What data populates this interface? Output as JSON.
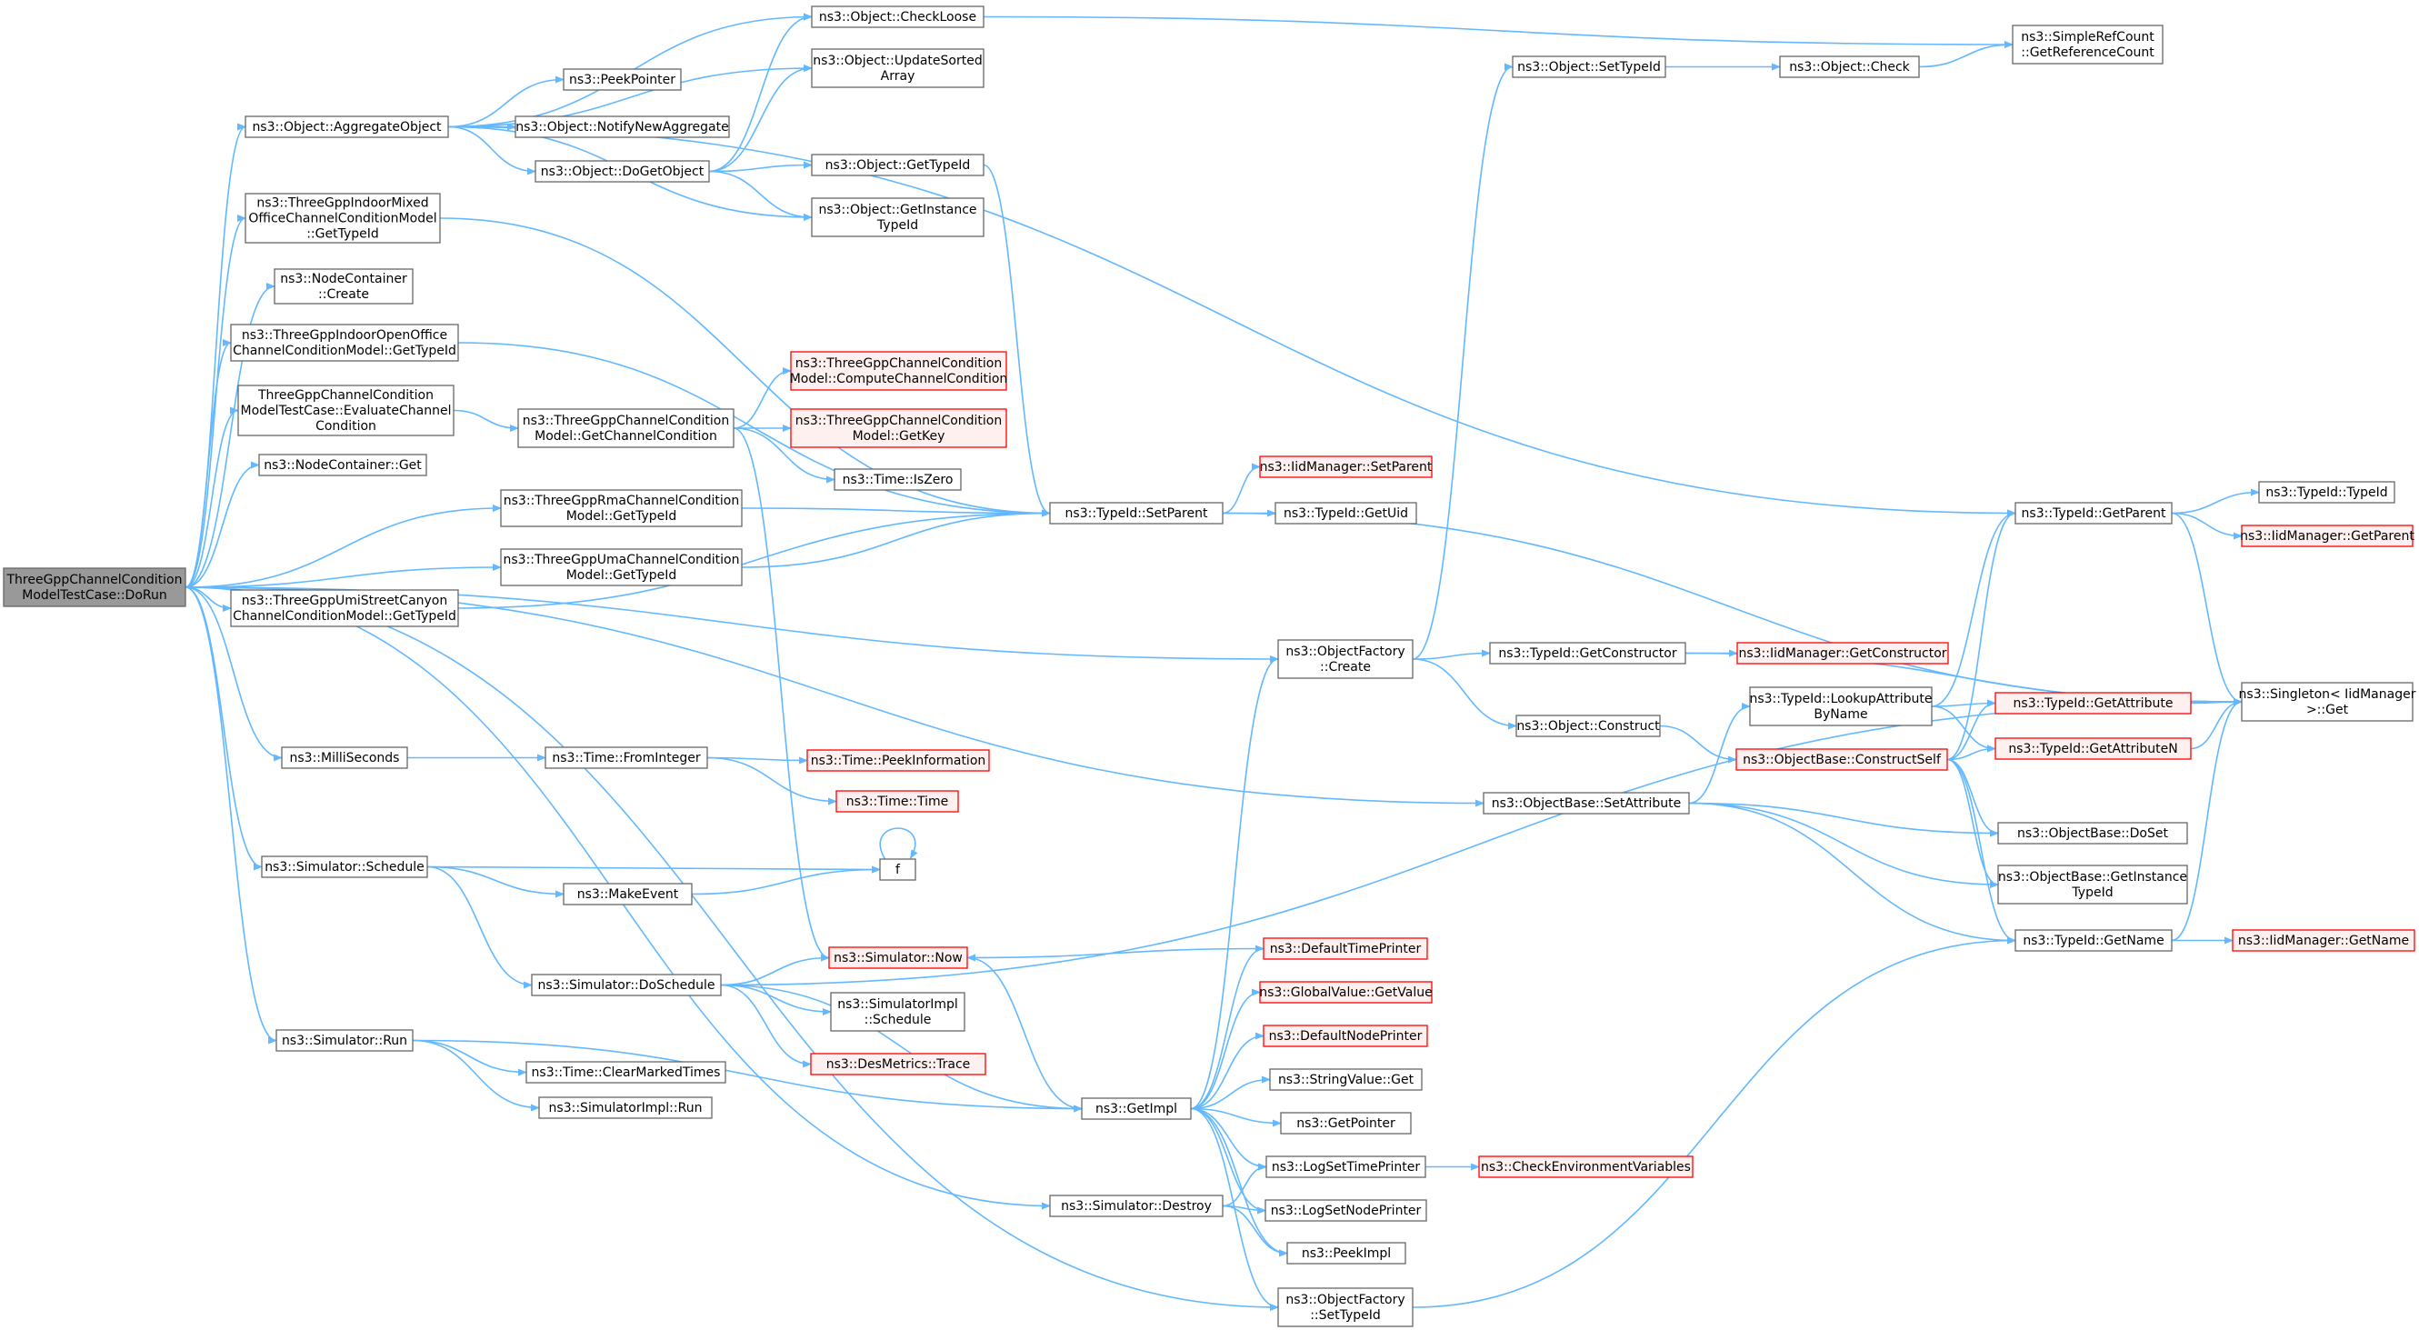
{
  "colors": {
    "edge": "#63b8ff",
    "box_border": "#666666",
    "box_fill": "#ffffff",
    "root_fill": "#999999",
    "truncated_border": "#ff0000",
    "truncated_fill": "#fff0f0",
    "text": "#000000"
  },
  "nodes": [
    {
      "id": "dorun",
      "lines": [
        "ThreeGppChannelCondition",
        "ModelTestCase::DoRun"
      ],
      "style": "root"
    },
    {
      "id": "aggregate",
      "lines": [
        "ns3::Object::AggregateObject"
      ]
    },
    {
      "id": "mixed",
      "lines": [
        "ns3::ThreeGppIndoorMixed",
        "OfficeChannelConditionModel",
        "::GetTypeId"
      ]
    },
    {
      "id": "nccreate",
      "lines": [
        "ns3::NodeContainer",
        "::Create"
      ]
    },
    {
      "id": "openoffice",
      "lines": [
        "ns3::ThreeGppIndoorOpenOffice",
        "ChannelConditionModel::GetTypeId"
      ]
    },
    {
      "id": "evaluate",
      "lines": [
        "ThreeGppChannelCondition",
        "ModelTestCase::EvaluateChannel",
        "Condition"
      ]
    },
    {
      "id": "ncget",
      "lines": [
        "ns3::NodeContainer::Get"
      ]
    },
    {
      "id": "uca",
      "lines": [
        "ns3::ThreeGppUmiStreetCanyon",
        "ChannelConditionModel::GetTypeId"
      ]
    },
    {
      "id": "millis",
      "lines": [
        "ns3::MilliSeconds"
      ]
    },
    {
      "id": "schedule",
      "lines": [
        "ns3::Simulator::Schedule"
      ]
    },
    {
      "id": "simrun",
      "lines": [
        "ns3::Simulator::Run"
      ]
    },
    {
      "id": "checkloose",
      "lines": [
        "ns3::Object::CheckLoose"
      ]
    },
    {
      "id": "updatesorted",
      "lines": [
        "ns3::Object::UpdateSorted",
        "Array"
      ]
    },
    {
      "id": "peekpointer",
      "lines": [
        "ns3::PeekPointer"
      ]
    },
    {
      "id": "notifynew",
      "lines": [
        "ns3::Object::NotifyNewAggregate"
      ]
    },
    {
      "id": "dogetobject",
      "lines": [
        "ns3::Object::DoGetObject"
      ]
    },
    {
      "id": "objgettypeid",
      "lines": [
        "ns3::Object::GetTypeId"
      ]
    },
    {
      "id": "objgetinst",
      "lines": [
        "ns3::Object::GetInstance",
        "TypeId"
      ]
    },
    {
      "id": "getchcond",
      "lines": [
        "ns3::ThreeGppChannelCondition",
        "Model::GetChannelCondition"
      ]
    },
    {
      "id": "rma",
      "lines": [
        "ns3::ThreeGppRmaChannelCondition",
        "Model::GetTypeId"
      ]
    },
    {
      "id": "uma",
      "lines": [
        "ns3::ThreeGppUmaChannelCondition",
        "Model::GetTypeId"
      ]
    },
    {
      "id": "timefromint",
      "lines": [
        "ns3::Time::FromInteger"
      ]
    },
    {
      "id": "makeevent",
      "lines": [
        "ns3::MakeEvent"
      ]
    },
    {
      "id": "doschedule",
      "lines": [
        "ns3::Simulator::DoSchedule"
      ]
    },
    {
      "id": "clearmarked",
      "lines": [
        "ns3::Time::ClearMarkedTimes"
      ]
    },
    {
      "id": "simimplrun",
      "lines": [
        "ns3::SimulatorImpl::Run"
      ]
    },
    {
      "id": "computecc",
      "lines": [
        "ns3::ThreeGppChannelCondition",
        "Model::ComputeChannelCondition"
      ],
      "style": "truncated"
    },
    {
      "id": "getkey",
      "lines": [
        "ns3::ThreeGppChannelCondition",
        "Model::GetKey"
      ],
      "style": "truncated"
    },
    {
      "id": "iszero",
      "lines": [
        "ns3::Time::IsZero"
      ]
    },
    {
      "id": "peekinfo",
      "lines": [
        "ns3::Time::PeekInformation"
      ],
      "style": "truncated"
    },
    {
      "id": "timetime",
      "lines": [
        "ns3::Time::Time"
      ],
      "style": "truncated"
    },
    {
      "id": "f",
      "lines": [
        "f"
      ]
    },
    {
      "id": "simnow",
      "lines": [
        "ns3::Simulator::Now"
      ],
      "style": "truncated"
    },
    {
      "id": "simimplsched",
      "lines": [
        "ns3::SimulatorImpl",
        "::Schedule"
      ]
    },
    {
      "id": "desmetrics",
      "lines": [
        "ns3::DesMetrics::Trace"
      ],
      "style": "truncated"
    },
    {
      "id": "setparent",
      "lines": [
        "ns3::TypeId::SetParent"
      ]
    },
    {
      "id": "iidsetparent",
      "lines": [
        "ns3::IidManager::SetParent"
      ],
      "style": "truncated"
    },
    {
      "id": "getuid",
      "lines": [
        "ns3::TypeId::GetUid"
      ]
    },
    {
      "id": "getimpl",
      "lines": [
        "ns3::GetImpl"
      ]
    },
    {
      "id": "simdestroy",
      "lines": [
        "ns3::Simulator::Destroy"
      ]
    },
    {
      "id": "ofcreate",
      "lines": [
        "ns3::ObjectFactory",
        "::Create"
      ]
    },
    {
      "id": "ofsettypeid",
      "lines": [
        "ns3::ObjectFactory",
        "::SetTypeId"
      ]
    },
    {
      "id": "deftimeprinter",
      "lines": [
        "ns3::DefaultTimePrinter"
      ],
      "style": "truncated"
    },
    {
      "id": "gvgetvalue",
      "lines": [
        "ns3::GlobalValue::GetValue"
      ],
      "style": "truncated"
    },
    {
      "id": "defnodeprinter",
      "lines": [
        "ns3::DefaultNodePrinter"
      ],
      "style": "truncated"
    },
    {
      "id": "strvalget",
      "lines": [
        "ns3::StringValue::Get"
      ]
    },
    {
      "id": "getpointer",
      "lines": [
        "ns3::GetPointer"
      ]
    },
    {
      "id": "logsettime",
      "lines": [
        "ns3::LogSetTimePrinter"
      ]
    },
    {
      "id": "logsetnode",
      "lines": [
        "ns3::LogSetNodePrinter"
      ]
    },
    {
      "id": "peekimpl",
      "lines": [
        "ns3::PeekImpl"
      ]
    },
    {
      "id": "checkenv",
      "lines": [
        "ns3::CheckEnvironmentVariables"
      ],
      "style": "truncated"
    },
    {
      "id": "objsettypeid",
      "lines": [
        "ns3::Object::SetTypeId"
      ]
    },
    {
      "id": "objcheck",
      "lines": [
        "ns3::Object::Check"
      ]
    },
    {
      "id": "typeidgetctor",
      "lines": [
        "ns3::TypeId::GetConstructor"
      ]
    },
    {
      "id": "iidgetctor",
      "lines": [
        "ns3::IidManager::GetConstructor"
      ],
      "style": "truncated"
    },
    {
      "id": "objconstruct",
      "lines": [
        "ns3::Object::Construct"
      ]
    },
    {
      "id": "lookupattr",
      "lines": [
        "ns3::TypeId::LookupAttribute",
        "ByName"
      ]
    },
    {
      "id": "constructself",
      "lines": [
        "ns3::ObjectBase::ConstructSelf"
      ],
      "style": "truncated"
    },
    {
      "id": "setattribute",
      "lines": [
        "ns3::ObjectBase::SetAttribute"
      ]
    },
    {
      "id": "simplerefcount",
      "lines": [
        "ns3::SimpleRefCount",
        "::GetReferenceCount"
      ]
    },
    {
      "id": "typeidgetparent",
      "lines": [
        "ns3::TypeId::GetParent"
      ]
    },
    {
      "id": "typeidtypeid",
      "lines": [
        "ns3::TypeId::TypeId"
      ]
    },
    {
      "id": "iidgetparent",
      "lines": [
        "ns3::IidManager::GetParent"
      ],
      "style": "truncated"
    },
    {
      "id": "singleton",
      "lines": [
        "ns3::Singleton< IidManager",
        ">::Get"
      ]
    },
    {
      "id": "getattribute",
      "lines": [
        "ns3::TypeId::GetAttribute"
      ],
      "style": "truncated"
    },
    {
      "id": "getattributen",
      "lines": [
        "ns3::TypeId::GetAttributeN"
      ],
      "style": "truncated"
    },
    {
      "id": "doset",
      "lines": [
        "ns3::ObjectBase::DoSet"
      ]
    },
    {
      "id": "obgetinst",
      "lines": [
        "ns3::ObjectBase::GetInstance",
        "TypeId"
      ]
    },
    {
      "id": "typeidgetname",
      "lines": [
        "ns3::TypeId::GetName"
      ]
    },
    {
      "id": "iidgetname",
      "lines": [
        "ns3::IidManager::GetName"
      ],
      "style": "truncated"
    }
  ],
  "edges": [
    [
      "dorun",
      "aggregate"
    ],
    [
      "dorun",
      "mixed"
    ],
    [
      "dorun",
      "nccreate"
    ],
    [
      "dorun",
      "openoffice"
    ],
    [
      "dorun",
      "evaluate"
    ],
    [
      "dorun",
      "ncget"
    ],
    [
      "dorun",
      "rma"
    ],
    [
      "dorun",
      "uma"
    ],
    [
      "dorun",
      "uca"
    ],
    [
      "dorun",
      "ofcreate"
    ],
    [
      "dorun",
      "setattribute"
    ],
    [
      "dorun",
      "millis"
    ],
    [
      "dorun",
      "schedule"
    ],
    [
      "dorun",
      "simrun"
    ],
    [
      "dorun",
      "simdestroy"
    ],
    [
      "dorun",
      "ofsettypeid"
    ],
    [
      "aggregate",
      "checkloose"
    ],
    [
      "aggregate",
      "updatesorted"
    ],
    [
      "aggregate",
      "peekpointer"
    ],
    [
      "aggregate",
      "notifynew"
    ],
    [
      "aggregate",
      "dogetobject"
    ],
    [
      "aggregate",
      "objgetinst"
    ],
    [
      "aggregate",
      "typeidgetparent"
    ],
    [
      "mixed",
      "setparent"
    ],
    [
      "openoffice",
      "setparent"
    ],
    [
      "rma",
      "setparent"
    ],
    [
      "uma",
      "setparent"
    ],
    [
      "uca",
      "setparent"
    ],
    [
      "evaluate",
      "getchcond"
    ],
    [
      "dogetobject",
      "checkloose"
    ],
    [
      "dogetobject",
      "updatesorted"
    ],
    [
      "dogetobject",
      "objgettypeid"
    ],
    [
      "dogetobject",
      "objgetinst"
    ],
    [
      "objgettypeid",
      "setparent"
    ],
    [
      "checkloose",
      "simplerefcount"
    ],
    [
      "getchcond",
      "computecc"
    ],
    [
      "getchcond",
      "getkey"
    ],
    [
      "getchcond",
      "iszero"
    ],
    [
      "getchcond",
      "simnow"
    ],
    [
      "setparent",
      "iidsetparent"
    ],
    [
      "setparent",
      "getuid"
    ],
    [
      "setparent",
      "singleton"
    ],
    [
      "millis",
      "timefromint"
    ],
    [
      "timefromint",
      "peekinfo"
    ],
    [
      "timefromint",
      "timetime"
    ],
    [
      "schedule",
      "f"
    ],
    [
      "schedule",
      "makeevent"
    ],
    [
      "schedule",
      "doschedule"
    ],
    [
      "makeevent",
      "f"
    ],
    [
      "f",
      "f"
    ],
    [
      "doschedule",
      "simnow"
    ],
    [
      "doschedule",
      "simimplsched"
    ],
    [
      "doschedule",
      "desmetrics"
    ],
    [
      "doschedule",
      "getimpl"
    ],
    [
      "doschedule",
      "singleton"
    ],
    [
      "simrun",
      "clearmarked"
    ],
    [
      "simrun",
      "simimplrun"
    ],
    [
      "simrun",
      "getimpl"
    ],
    [
      "simnow",
      "getimpl"
    ],
    [
      "getimpl",
      "ofcreate"
    ],
    [
      "getimpl",
      "deftimeprinter"
    ],
    [
      "getimpl",
      "gvgetvalue"
    ],
    [
      "getimpl",
      "defnodeprinter"
    ],
    [
      "getimpl",
      "strvalget"
    ],
    [
      "getimpl",
      "getpointer"
    ],
    [
      "getimpl",
      "logsettime"
    ],
    [
      "getimpl",
      "logsetnode"
    ],
    [
      "getimpl",
      "peekimpl"
    ],
    [
      "getimpl",
      "ofsettypeid"
    ],
    [
      "deftimeprinter",
      "simnow"
    ],
    [
      "simdestroy",
      "logsettime"
    ],
    [
      "simdestroy",
      "logsetnode"
    ],
    [
      "simdestroy",
      "peekimpl"
    ],
    [
      "logsettime",
      "checkenv"
    ],
    [
      "ofcreate",
      "objsettypeid"
    ],
    [
      "ofcreate",
      "typeidgetctor"
    ],
    [
      "ofcreate",
      "objconstruct"
    ],
    [
      "objsettypeid",
      "objcheck"
    ],
    [
      "objcheck",
      "simplerefcount"
    ],
    [
      "typeidgetctor",
      "iidgetctor"
    ],
    [
      "typeidgetctor",
      "singleton"
    ],
    [
      "objconstruct",
      "constructself"
    ],
    [
      "setattribute",
      "lookupattr"
    ],
    [
      "setattribute",
      "doset"
    ],
    [
      "setattribute",
      "obgetinst"
    ],
    [
      "setattribute",
      "typeidgetname"
    ],
    [
      "lookupattr",
      "typeidgetparent"
    ],
    [
      "lookupattr",
      "getattribute"
    ],
    [
      "lookupattr",
      "getattributen"
    ],
    [
      "constructself",
      "typeidgetparent"
    ],
    [
      "constructself",
      "getattribute"
    ],
    [
      "constructself",
      "getattributen"
    ],
    [
      "constructself",
      "doset"
    ],
    [
      "constructself",
      "obgetinst"
    ],
    [
      "constructself",
      "typeidgetname"
    ],
    [
      "typeidgetparent",
      "typeidtypeid"
    ],
    [
      "typeidgetparent",
      "iidgetparent"
    ],
    [
      "typeidgetparent",
      "singleton"
    ],
    [
      "getattribute",
      "singleton"
    ],
    [
      "getattributen",
      "singleton"
    ],
    [
      "typeidgetname",
      "iidgetname"
    ],
    [
      "typeidgetname",
      "singleton"
    ],
    [
      "ofsettypeid",
      "typeidgetname"
    ]
  ]
}
